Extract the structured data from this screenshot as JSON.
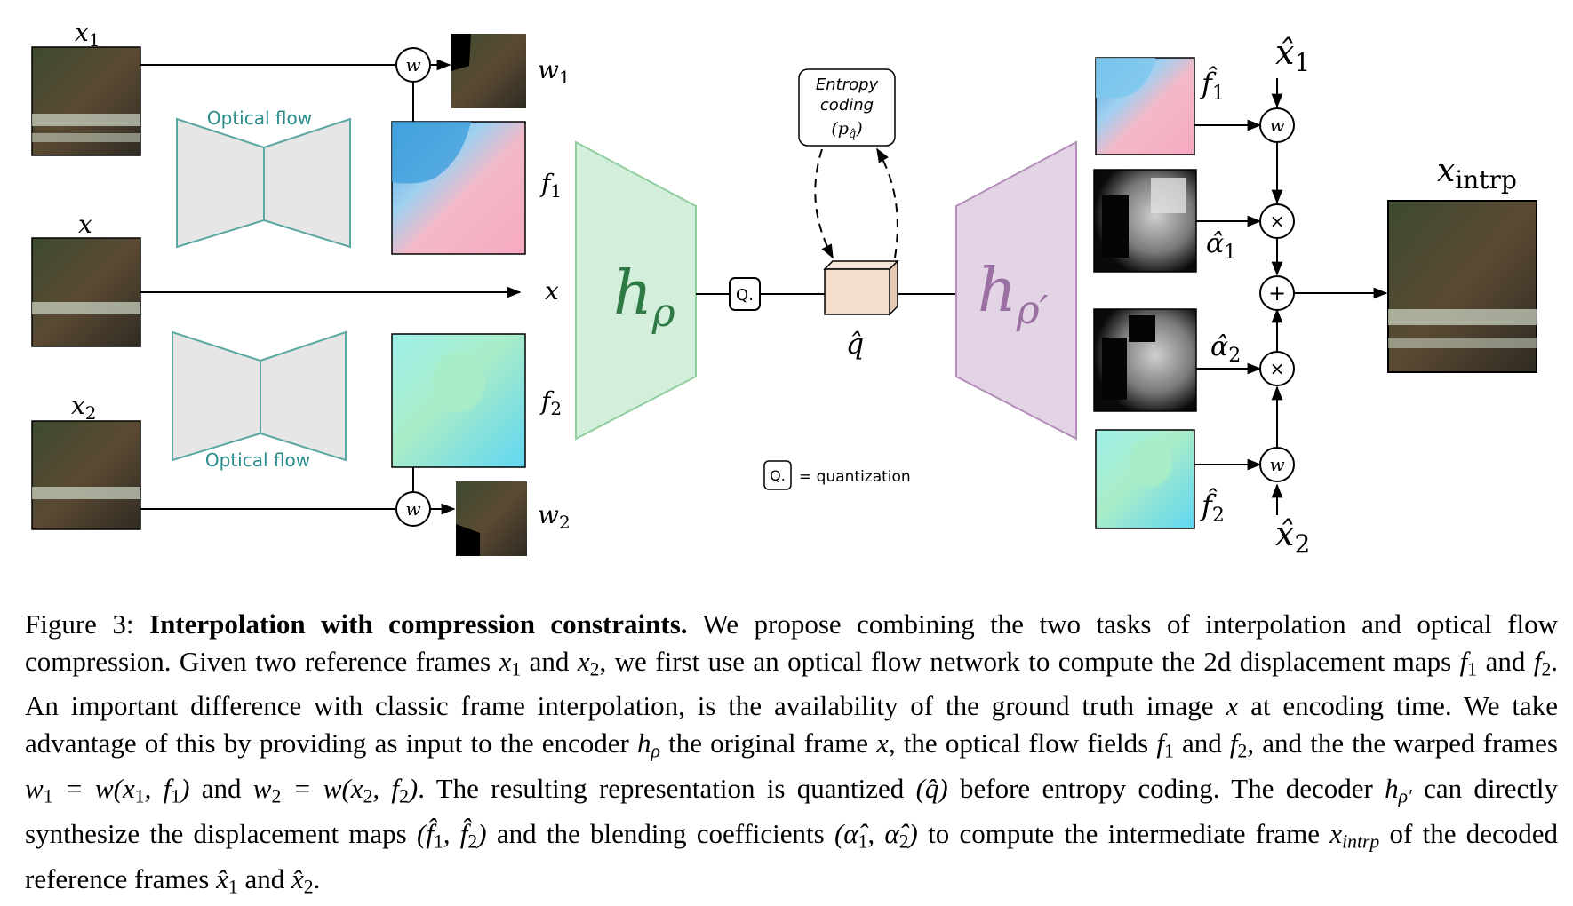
{
  "diagram": {
    "nodes": {
      "x1": {
        "label": "x",
        "sub": "1"
      },
      "x": {
        "label": "x"
      },
      "x2": {
        "label": "x",
        "sub": "2"
      },
      "w1": {
        "label": "w",
        "sub": "1"
      },
      "w2": {
        "label": "w",
        "sub": "2"
      },
      "f1": {
        "label": "f",
        "sub": "1"
      },
      "f2": {
        "label": "f",
        "sub": "2"
      },
      "x_center": {
        "label": "x"
      },
      "flow_top": "Optical flow",
      "flow_bottom": "Optical flow",
      "warp_op": "w",
      "encoder": {
        "label": "h",
        "sub": "ρ"
      },
      "quant_box": "Q.",
      "entropy": {
        "line1": "Entropy",
        "line2": "coding",
        "line3": "(p",
        "line3_sub": "q̂",
        "line3_end": ")"
      },
      "q_hat": "q̂",
      "decoder": {
        "label": "h",
        "sub": "ρ′"
      },
      "f1_hat": {
        "label": "f̂",
        "sub": "1"
      },
      "f2_hat": {
        "label": "f̂",
        "sub": "2"
      },
      "a1_hat": {
        "label": "α̂",
        "sub": "1"
      },
      "a2_hat": {
        "label": "α̂",
        "sub": "2"
      },
      "x1_hat": {
        "label": "x̂",
        "sub": "1"
      },
      "x2_hat": {
        "label": "x̂",
        "sub": "2"
      },
      "times_op": "×",
      "plus_op": "+",
      "output": {
        "label": "x",
        "sub": "intrp"
      },
      "legend_box": "Q.",
      "legend_text": "= quantization"
    },
    "colors": {
      "encoder_fill": "#d4eedc",
      "encoder_stroke": "#8fce9f",
      "encoder_text": "#2e7a45",
      "decoder_fill": "#e2d4e4",
      "decoder_stroke": "#b48fba",
      "decoder_text": "#9a6fa2",
      "flow_fill": "#e6e6e6",
      "flow_stroke": "#5aa7a3",
      "flow_text": "#2a8a8a",
      "q_fill": "#f4ddcb"
    }
  },
  "caption": {
    "figure_label": "Figure 3:",
    "title": "Interpolation with compression constraints.",
    "t1": "We propose combining the two tasks of interpolation and optical flow compression. Given two reference frames",
    "t2": "and",
    "t3": ", we first use an optical flow network to compute the 2d displacement maps",
    "t4": "and",
    "t5": ". An important difference with classic frame interpolation, is the availability of the ground truth image",
    "t6": "at encoding time. We take advantage of this by providing as input to the encoder",
    "t7": "the original frame",
    "t8": ", the optical flow fields",
    "t9": "and",
    "t10": ", and the the warped frames",
    "t11": "and",
    "t12": ". The resulting representation is quantized",
    "t13": "before entropy coding. The decoder",
    "t14": "can directly synthesize the displacement maps",
    "t15": "and the blending coefficients",
    "t16": "to compute the intermediate frame",
    "t17": "of the decoded reference frames",
    "t18": "and",
    "t19": ".",
    "m_x1": "x",
    "m_x2": "x",
    "m_f1": "f",
    "m_f2": "f",
    "m_x": "x",
    "m_h": "h",
    "m_rho": "ρ",
    "m_w1": "w",
    "m_eq1": "= w(x",
    "m_eq1b": ", f",
    "m_eq1c": ")",
    "m_w2": "w",
    "m_eq2": "= w(x",
    "m_eq2b": ", f",
    "m_eq2c": ")",
    "m_qhat": "(q̂)",
    "m_rhop": "ρ′",
    "m_fhat_open": "(f̂",
    "m_fhat_mid": ", f̂",
    "m_fhat_close": ")",
    "m_a_open": "(α̂",
    "m_a_mid": ", α̂",
    "m_a_close": ")",
    "m_xi": "x",
    "m_intrp": "intrp",
    "m_xh1": "x̂",
    "m_xh2": "x̂",
    "one": "1",
    "two": "2"
  }
}
